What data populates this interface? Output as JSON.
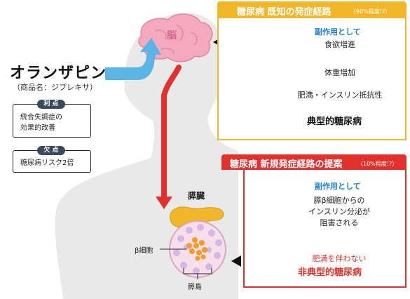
{
  "drug": {
    "name": "オランザピン",
    "brand": "（商品名：ジプレキサ）"
  },
  "pros": {
    "tag": "利 点",
    "line1": "統合失調症の",
    "line2": "効果的改善"
  },
  "cons": {
    "tag": "欠 点",
    "text": "糖尿病リスク2倍"
  },
  "brain_label": "脳",
  "known_path": {
    "title": "糖尿病 既知の発症経路",
    "note": "（90%程度!?）",
    "side_effect_heading": "副作用として",
    "step1": "食欲増進",
    "step2": "体重増加",
    "step3": "肥満・インスリン抵抗性",
    "result": "典型的糖尿病"
  },
  "new_path": {
    "title": "糖尿病 新規発症経路の提案",
    "note": "（10%程度!?）",
    "side_effect_heading": "副作用として",
    "step1": "膵β細胞からの",
    "step2": "インスリン分泌が",
    "step3": "阻害される",
    "no_obesity": "肥満を伴わない",
    "result": "非典型的糖尿病"
  },
  "pancreas_label": "膵臓",
  "beta_cell_label": "β細胞",
  "islet_label": "膵島",
  "colors": {
    "yellow": "#f2b62a",
    "red": "#e2312d",
    "blue_arrow": "#5ab4e6",
    "silhouette_gray": "#8c8c8c",
    "silhouette_navy": "#1f3346",
    "body_bg": "#e8e8e8",
    "brain_pink": "#f3a9bf",
    "pancreas_orange": "#f2b62a"
  }
}
